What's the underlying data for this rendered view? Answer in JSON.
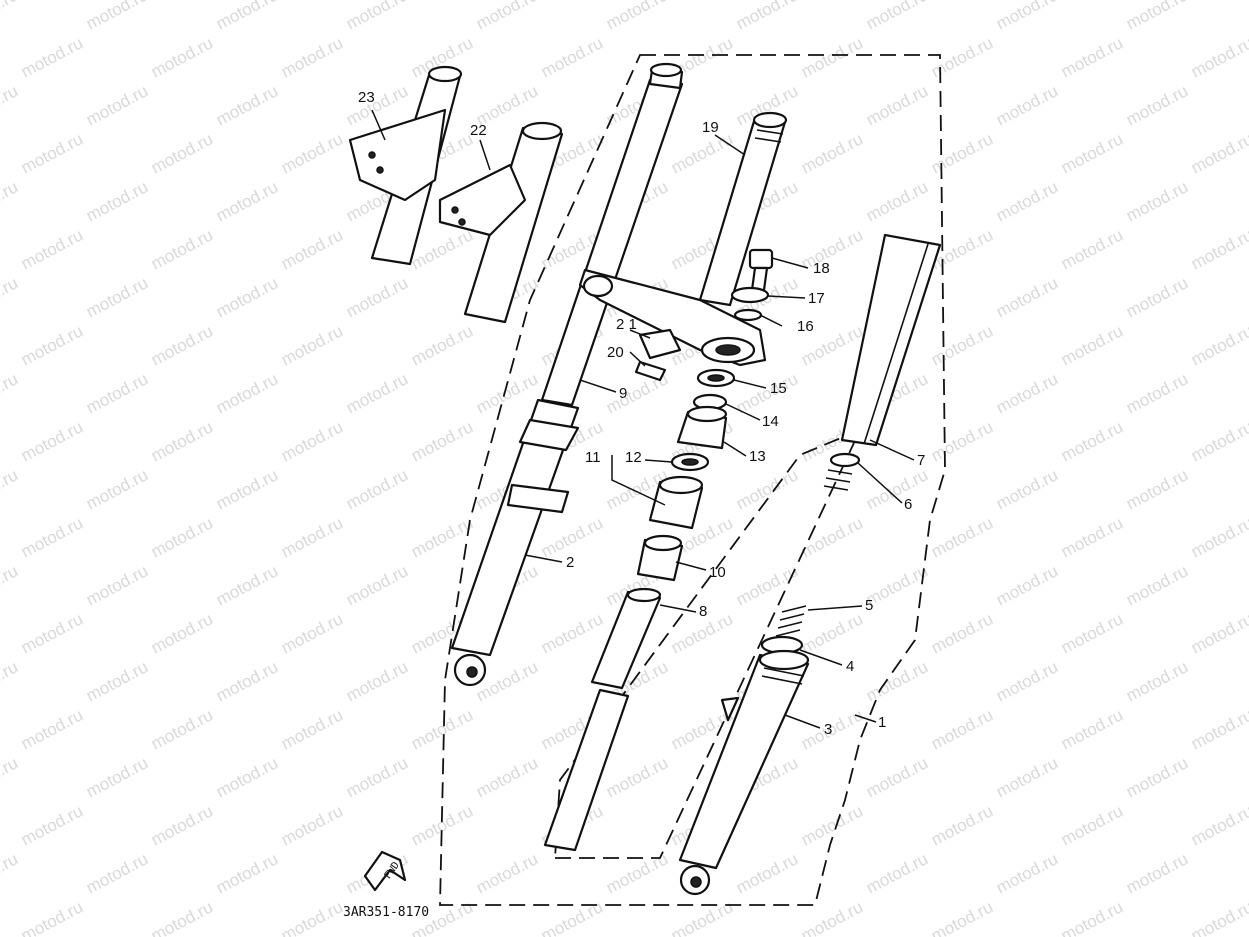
{
  "watermark": {
    "text": "motod.ru",
    "color": "#d9d9d9"
  },
  "drawing_code": "3AR351-8170",
  "fwd_label": "FWD",
  "callouts": [
    {
      "n": "1",
      "label": "1"
    },
    {
      "n": "2",
      "label": "2"
    },
    {
      "n": "3",
      "label": "3"
    },
    {
      "n": "4",
      "label": "4"
    },
    {
      "n": "5",
      "label": "5"
    },
    {
      "n": "6",
      "label": "6"
    },
    {
      "n": "7",
      "label": "7"
    },
    {
      "n": "8",
      "label": "8"
    },
    {
      "n": "9",
      "label": "9"
    },
    {
      "n": "10",
      "label": "10"
    },
    {
      "n": "11",
      "label": "11"
    },
    {
      "n": "12",
      "label": "12"
    },
    {
      "n": "13",
      "label": "13"
    },
    {
      "n": "14",
      "label": "14"
    },
    {
      "n": "15",
      "label": "15"
    },
    {
      "n": "16",
      "label": "16"
    },
    {
      "n": "17",
      "label": "17"
    },
    {
      "n": "18",
      "label": "18"
    },
    {
      "n": "19",
      "label": "19"
    },
    {
      "n": "20",
      "label": "20"
    },
    {
      "n": "21",
      "label": "2 1"
    },
    {
      "n": "22",
      "label": "22"
    },
    {
      "n": "23",
      "label": "23"
    }
  ]
}
